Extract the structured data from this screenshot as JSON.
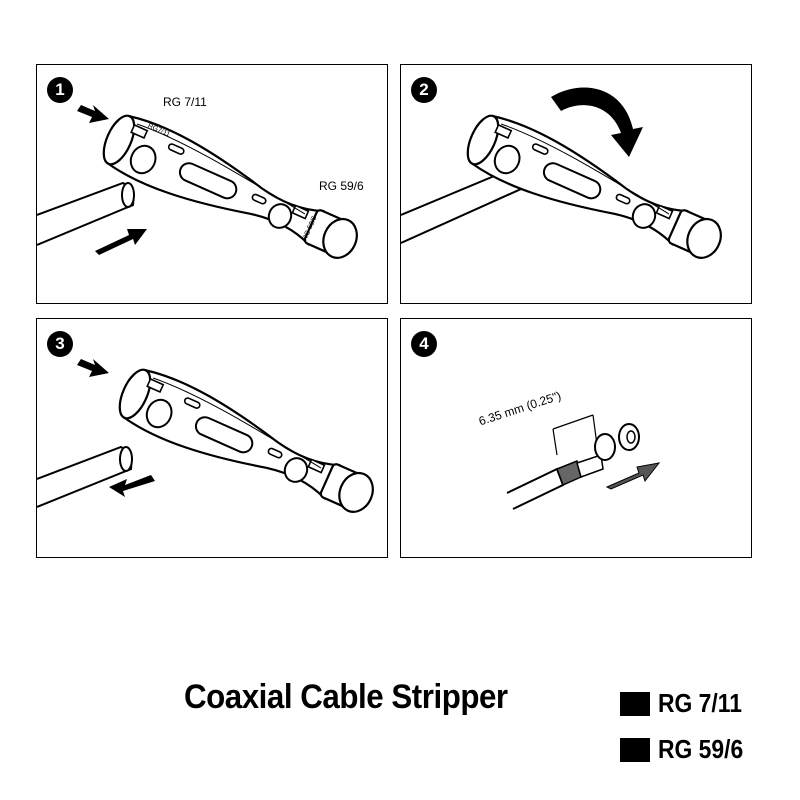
{
  "title": "Coaxial Cable Stripper",
  "steps": [
    {
      "number": "1",
      "labels": {
        "top": "RG 7/11",
        "side": "RG 59/6"
      }
    },
    {
      "number": "2"
    },
    {
      "number": "3"
    },
    {
      "number": "4",
      "dimension": "6.35 mm (0.25\")"
    }
  ],
  "tool_marks": {
    "end_a": "RG7/11",
    "end_b": "RG 59/6"
  },
  "legend": [
    {
      "label": "RG 7/11",
      "color": "#000000"
    },
    {
      "label": "RG 59/6",
      "color": "#000000"
    }
  ]
}
